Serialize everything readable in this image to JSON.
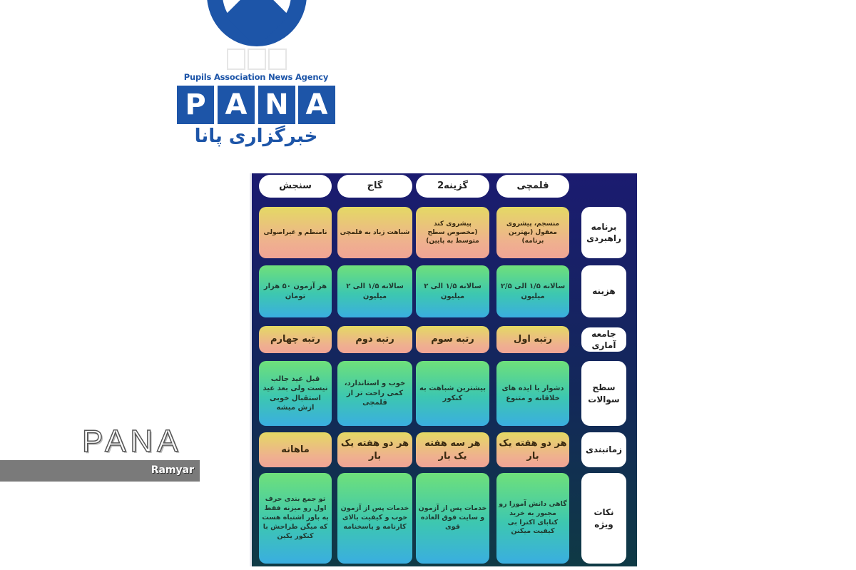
{
  "logo": {
    "tagline": "Pupils Association News Agency",
    "letters": [
      "P",
      "A",
      "N",
      "A"
    ],
    "persian_name": "خبرگزاری پانا",
    "color": "#1d55a8"
  },
  "watermark": {
    "brand": "PANA",
    "author": "Ramyar"
  },
  "table": {
    "headers": [
      "قلمچی",
      "گزینه2",
      "گاج",
      "سنجش"
    ],
    "rows": [
      {
        "label": "برنامه راهبردی",
        "style": "warm",
        "size": 9,
        "cells": [
          "منسجم، پیشروی معقول (بهترین برنامه)",
          "پیشروی کند (مخصوص سطح متوسط به پایین)",
          "شباهت زیاد به قلمچی",
          "نامنظم و غیراصولی"
        ]
      },
      {
        "label": "هزینه",
        "style": "cool",
        "size": 10,
        "cells": [
          "سالانه ۱/۵ الی ۲/۵ میلیون",
          "سالانه ۱/۵ الی ۲ میلیون",
          "سالانه ۱/۵ الی ۲ میلیون",
          "هر آزمون ۵۰ هزار تومان"
        ]
      },
      {
        "label": "جامعه آماری",
        "style": "warm",
        "size": 13,
        "cells": [
          "رتبه اول",
          "رتبه سوم",
          "رتبه دوم",
          "رتبه چهارم"
        ]
      },
      {
        "label": "سطح سوالات",
        "style": "cool",
        "size": 10,
        "cells": [
          "دشوار با ایده های خلاقانه و متنوع",
          "بیشترین شباهت به کنکور",
          "خوب و استاندارد، کمی راحت تر از قلمچی",
          "قبل عید جالب نیست ولی بعد عید استقبال خوبی ازش میشه"
        ]
      },
      {
        "label": "زمانبندی",
        "style": "warm",
        "size": 13,
        "cells": [
          "هر دو هفته یک بار",
          "هر سه هفته یک بار",
          "هر دو هفته یک بار",
          "ماهانه"
        ]
      },
      {
        "label": "نکات ویژه",
        "style": "cool",
        "size": 9.5,
        "cells": [
          "گاهی دانش آموزا رو مجبور به خرید کتابای اکترا بی کیفیت میکنن",
          "خدمات پس از آزمون و سایت فوق العاده قوی",
          "خدمات پس از آزمون خوب و کیفیت بالای کارنامه و پاسخنامه",
          "تو جمع بندی حرف اول رو میزنه فقط به باور اشتباه هست که میگن طراحش با کنکور یکین"
        ]
      }
    ]
  }
}
